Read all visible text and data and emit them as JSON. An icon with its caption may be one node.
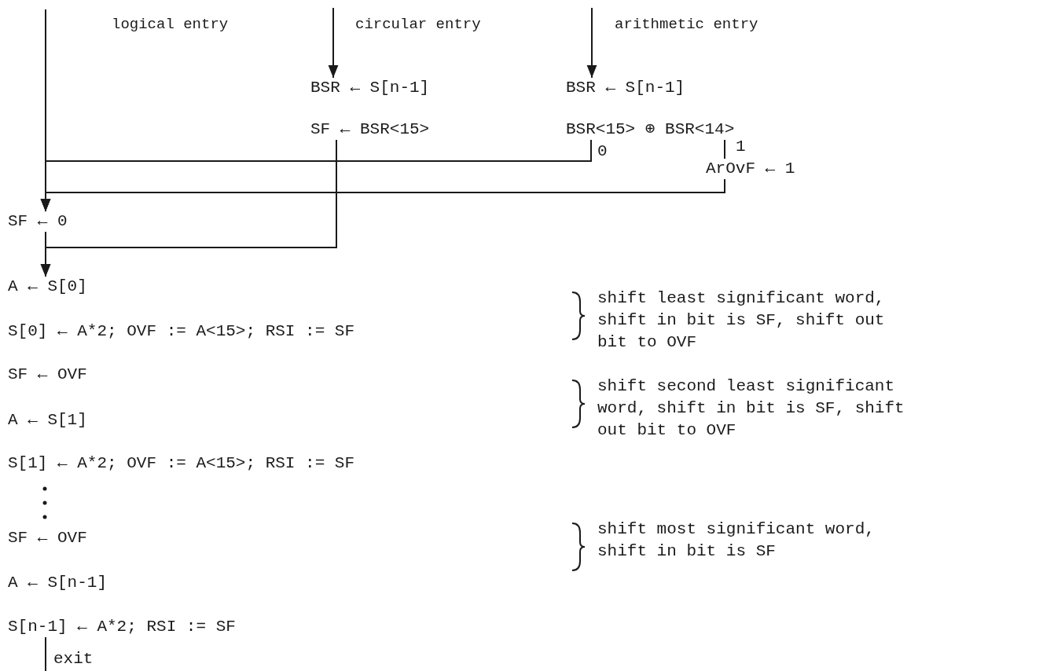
{
  "diagram": {
    "nodes": [
      {
        "text": [
          "BSR ← S[n-1]"
        ]
      },
      {
        "text": [
          "SF ← BSR<15>"
        ]
      },
      {
        "text": [
          "BSR ← S[n-1]"
        ]
      },
      {
        "text": [
          "BSR<15> ⊕ BSR<14>"
        ]
      },
      {
        "text": [
          "ArOvF ← 1"
        ]
      },
      {
        "text": [
          "SF ← 0"
        ]
      },
      {
        "text": [
          "A ← S[0]"
        ]
      },
      {
        "text": [
          "S[0] ← A*2; OVF := A<15>; RSI := SF"
        ]
      },
      {
        "text": [
          "SF ← OVF"
        ]
      },
      {
        "text": [
          "A ← S[1]"
        ]
      },
      {
        "text": [
          "S[1] ← A*2; OVF := A<15>; RSI := SF"
        ]
      },
      {
        "text": [
          "SF ← OVF"
        ]
      },
      {
        "text": [
          "A ← S[n-1]"
        ]
      },
      {
        "text": [
          "S[n-1] ← A*2; RSI := SF"
        ]
      }
    ],
    "edges": [
      {
        "from": null,
        "to": 5,
        "arrow": "to",
        "label": "logical entry"
      },
      {
        "from": null,
        "to": 0,
        "arrow": "to",
        "label": "circular entry"
      },
      {
        "from": null,
        "to": 2,
        "arrow": "to",
        "label": "arithmetic entry"
      },
      {
        "from": 3,
        "to": 5,
        "arrow": "to",
        "label": "0"
      },
      {
        "from": 3,
        "to": 4,
        "arrow": "none",
        "label": "1"
      },
      {
        "from": 4,
        "to": 5,
        "arrow": "to"
      },
      {
        "from": 1,
        "to": 6,
        "arrow": "to"
      },
      {
        "from": 5,
        "to": 6,
        "arrow": "to"
      },
      {
        "from": 13,
        "to": null,
        "arrow": "none",
        "label": "exit"
      }
    ],
    "labels": [
      "shift least significant word, shift in bit is SF, shift out bit to OVF",
      "shift second least significant word, shift in bit is SF, shift out bit to OVF",
      "shift most significant word, shift in bit is SF"
    ]
  }
}
